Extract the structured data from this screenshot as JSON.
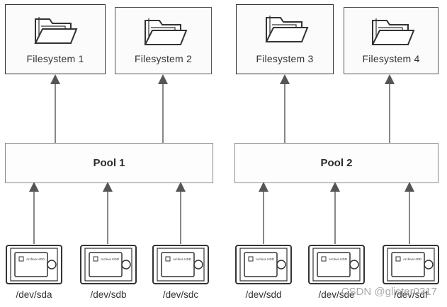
{
  "filesystems": [
    {
      "label": "Filesystem 1",
      "icon": "folder-icon"
    },
    {
      "label": "Filesystem 2",
      "icon": "folder-icon"
    },
    {
      "label": "Filesystem 3",
      "icon": "folder-icon"
    },
    {
      "label": "Filesystem 4",
      "icon": "folder-icon"
    }
  ],
  "pools": [
    {
      "label": "Pool 1"
    },
    {
      "label": "Pool 2"
    }
  ],
  "devices": [
    {
      "label": "/dev/sda",
      "icon": "hard-drive-icon",
      "drive_text": "Archive HDD"
    },
    {
      "label": "/dev/sdb",
      "icon": "hard-drive-icon",
      "drive_text": "Archive HDD"
    },
    {
      "label": "/dev/sdc",
      "icon": "hard-drive-icon",
      "drive_text": "Archive HDD"
    },
    {
      "label": "/dev/sdd",
      "icon": "hard-drive-icon",
      "drive_text": "Archive HDD"
    },
    {
      "label": "/dev/sde",
      "icon": "hard-drive-icon",
      "drive_text": "Archive HDD"
    },
    {
      "label": "/dev/sdf",
      "icon": "hard-drive-icon",
      "drive_text": "Archive HDD"
    }
  ],
  "watermark": "CSDN @glister0317",
  "colors": {
    "line": "#555555",
    "box_border": "#555555"
  }
}
